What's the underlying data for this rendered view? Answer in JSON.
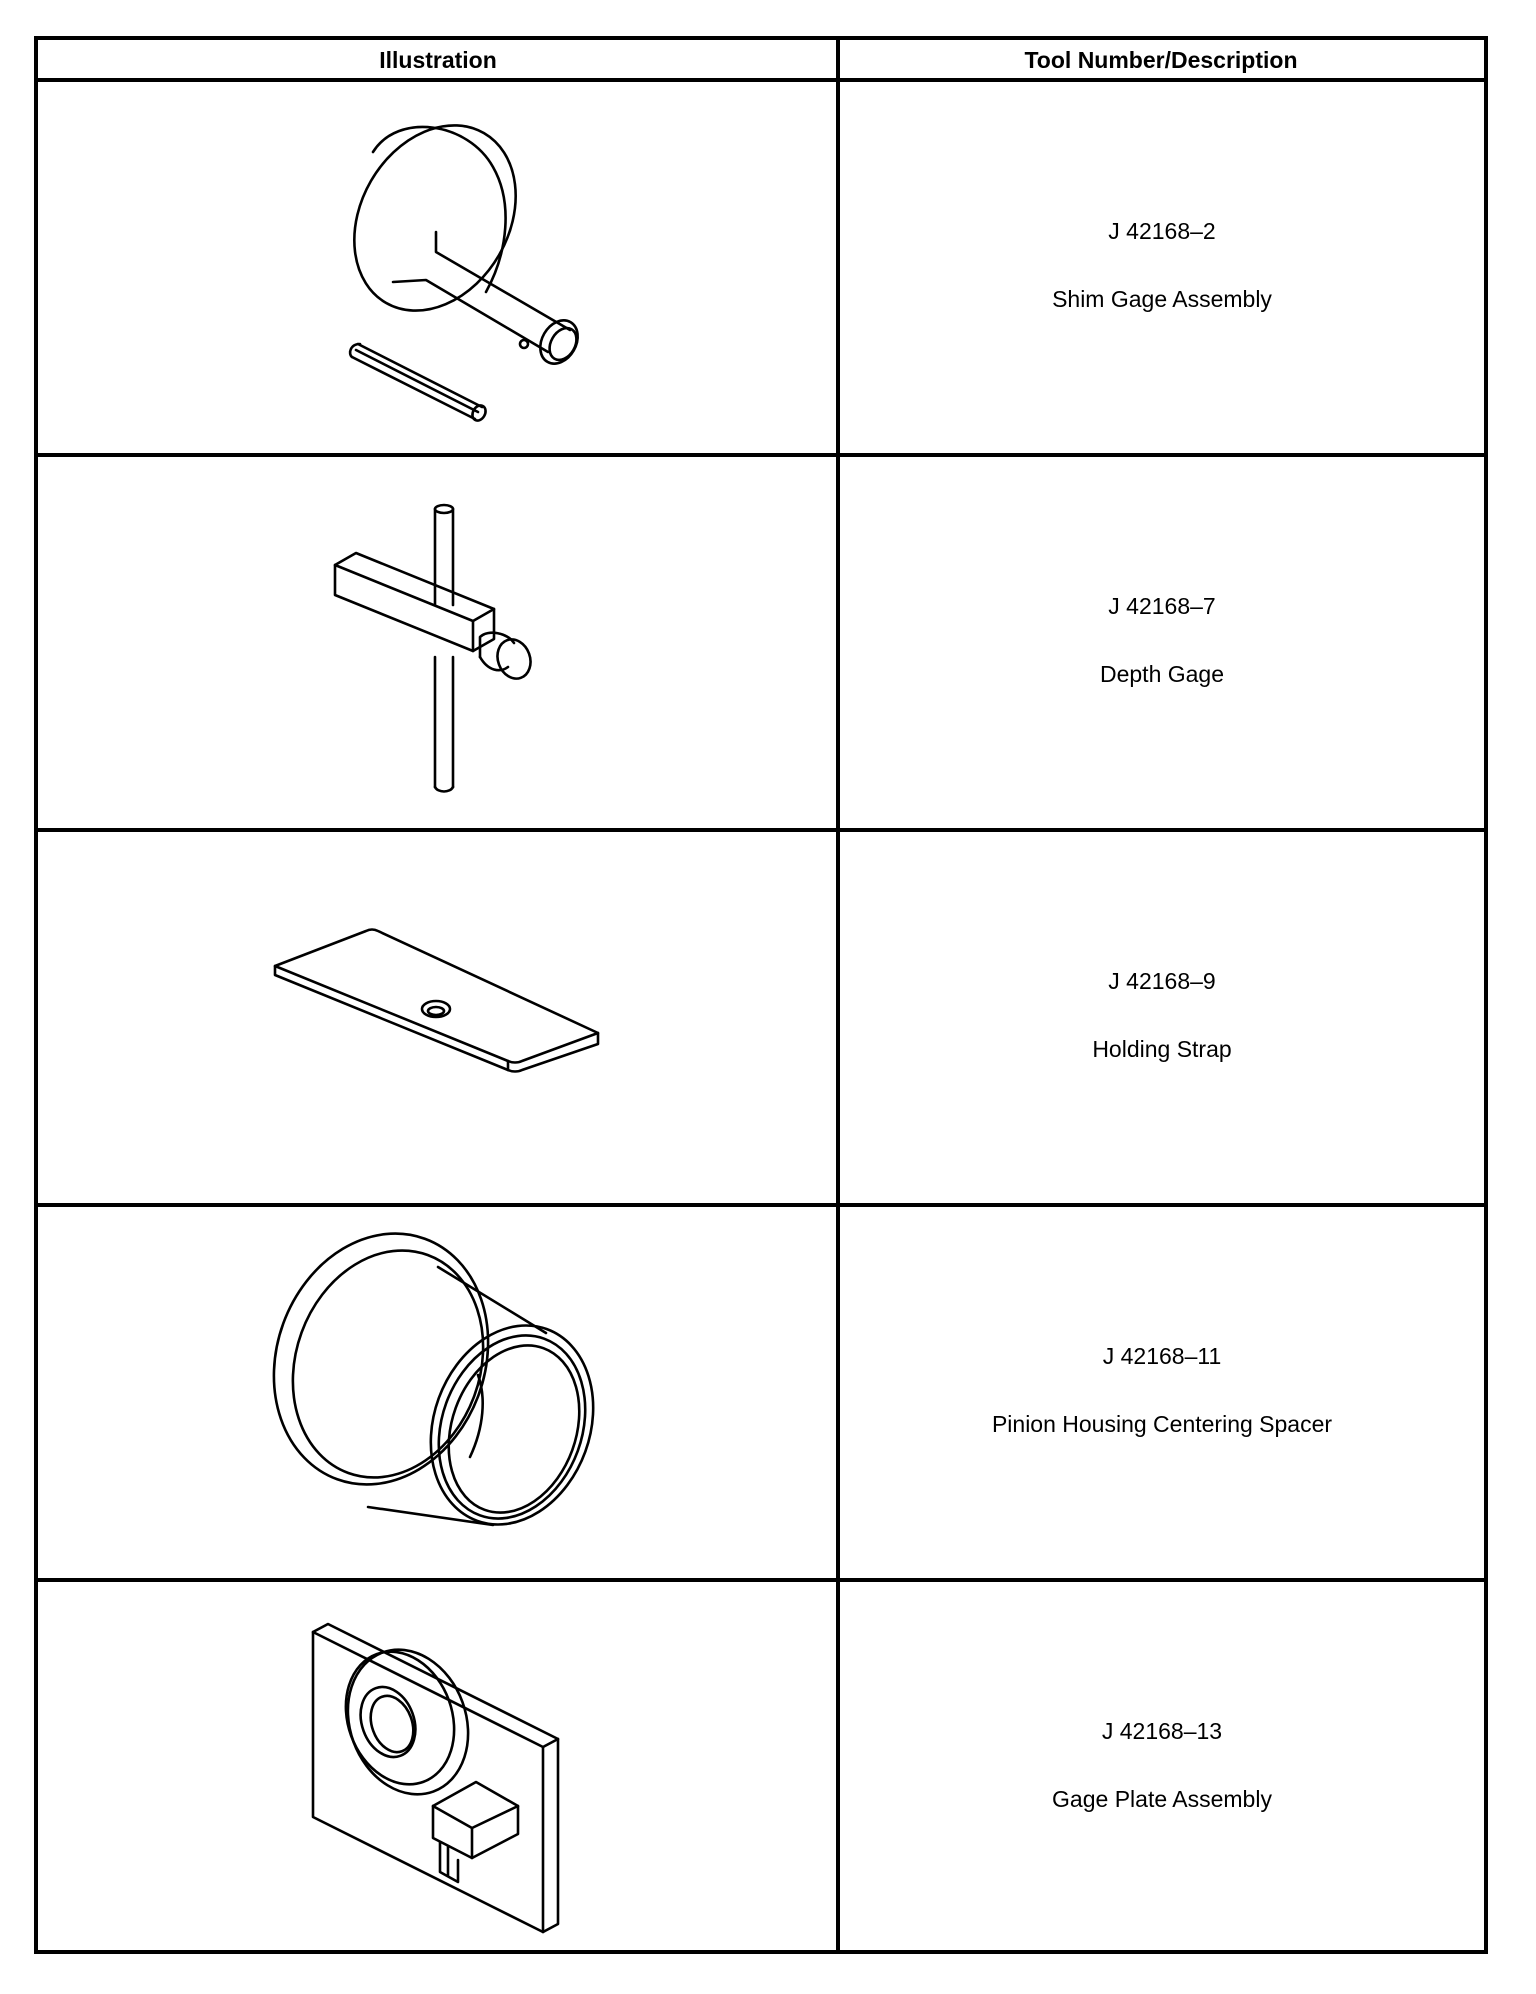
{
  "table": {
    "headers": {
      "illustration": "Illustration",
      "tool": "Tool Number/Description"
    },
    "rows": [
      {
        "number": "J 42168–2",
        "description": "Shim Gage Assembly",
        "icon": "shim-gage-assembly-illustration"
      },
      {
        "number": "J 42168–7",
        "description": "Depth Gage",
        "icon": "depth-gage-illustration"
      },
      {
        "number": "J 42168–9",
        "description": "Holding Strap",
        "icon": "holding-strap-illustration"
      },
      {
        "number": "J 42168–11",
        "description": "Pinion Housing Centering Spacer",
        "icon": "centering-spacer-illustration"
      },
      {
        "number": "J 42168–13",
        "description": "Gage Plate Assembly",
        "icon": "gage-plate-assembly-illustration"
      }
    ]
  }
}
